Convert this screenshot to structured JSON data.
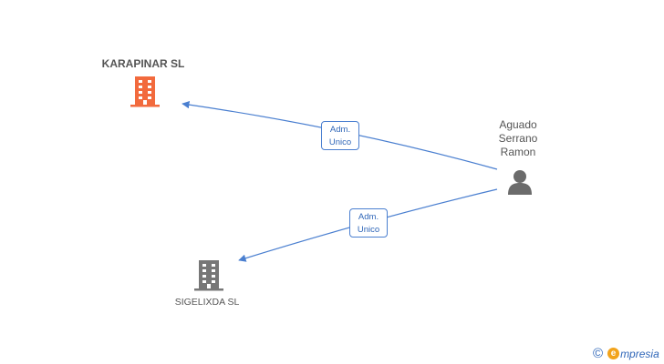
{
  "nodes": {
    "company_main": {
      "name": "KARAPINAR SL",
      "color": "#f26a3d",
      "icon": "building-icon"
    },
    "company_secondary": {
      "name": "SIGELIXDA SL",
      "color": "#777777",
      "icon": "building-icon"
    },
    "person": {
      "name_lines": [
        "Aguado",
        "Serrano",
        "Ramon"
      ],
      "color": "#6b6b6b",
      "icon": "person-icon"
    }
  },
  "edges": [
    {
      "from": "person",
      "to": "company_main",
      "role_lines": [
        "Adm.",
        "Unico"
      ]
    },
    {
      "from": "person",
      "to": "company_secondary",
      "role_lines": [
        "Adm.",
        "Unico"
      ]
    }
  ],
  "colors": {
    "edge": "#4a7fd0"
  },
  "brand": {
    "copyright": "©",
    "logo_letter": "e",
    "name": "mpresia"
  }
}
